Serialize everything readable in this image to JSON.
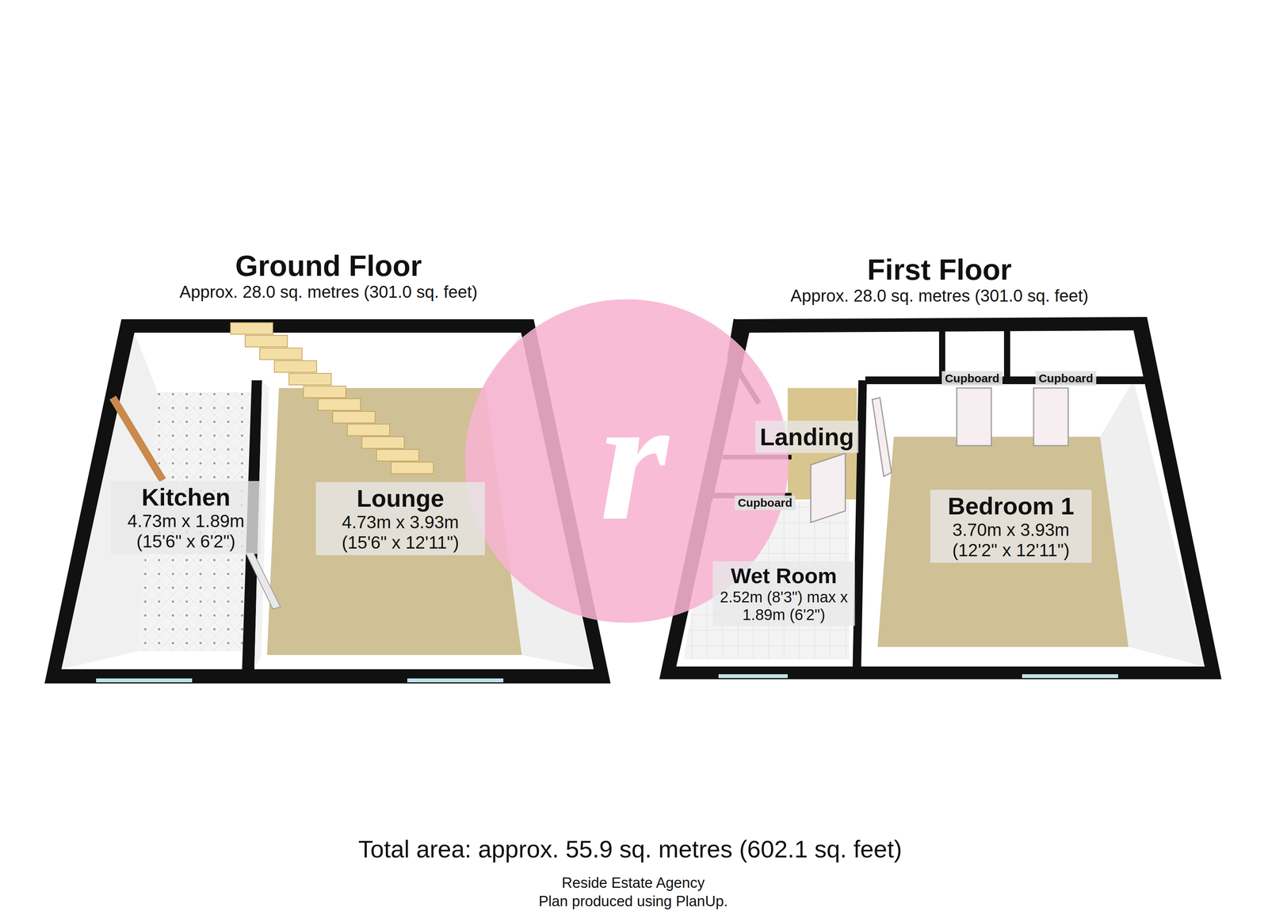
{
  "diagram": {
    "nodes": [
      {
        "text": [
          "Ground Floor",
          "Approx. 28.0 sq. metres (301.0 sq. feet)"
        ]
      },
      {
        "text": [
          "Kitchen",
          "4.73m x 1.89m (15'6\" x 6'2\")"
        ],
        "in": 0
      },
      {
        "text": [
          "Lounge",
          "4.73m x 3.93m (15'6\" x 12'11\")"
        ],
        "in": 0
      },
      {
        "text": [
          "First Floor",
          "Approx. 28.0 sq. metres (301.0 sq. feet)"
        ]
      },
      {
        "text": [
          "Cupboard"
        ],
        "in": 3
      },
      {
        "text": [
          "Cupboard"
        ],
        "in": 3
      },
      {
        "text": [
          "Landing"
        ],
        "in": 3
      },
      {
        "text": [
          "Cupboard"
        ],
        "in": 3
      },
      {
        "text": [
          "Bedroom 1",
          "3.70m x 3.93m (12'2\" x 12'11\")"
        ],
        "in": 3
      },
      {
        "text": [
          "Wet Room",
          "2.52m (8'3\") max x 1.89m (6'2\")"
        ],
        "in": 3
      }
    ],
    "labels": [
      "r",
      "Total area: approx. 55.9 sq. metres (602.1 sq. feet)",
      "Reside Estate Agency",
      "Plan produced using PlanUp."
    ]
  }
}
